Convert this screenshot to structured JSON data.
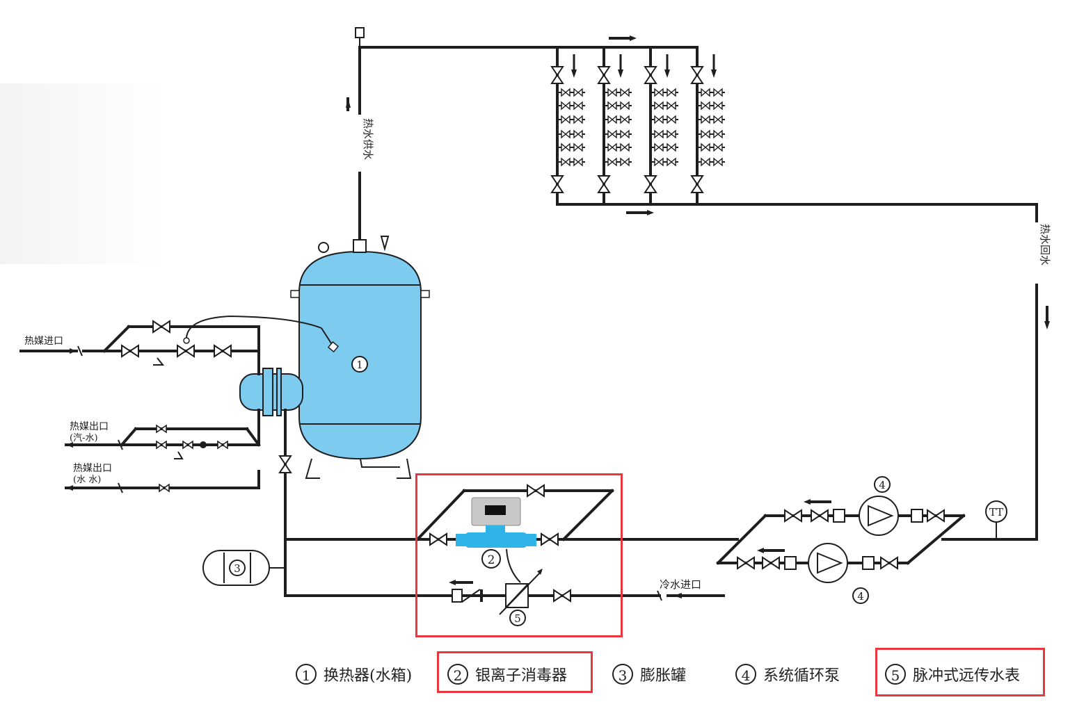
{
  "labels": {
    "hot_supply": "热水供水",
    "hot_return": "热水回水",
    "heat_in": "热媒进口",
    "heat_out_steam": "热媒出口",
    "heat_out_steam_sub": "(汽-水)",
    "heat_out_water": "热媒出口",
    "heat_out_water_sub": "(水 水)",
    "cold_in": "冷水进口",
    "tt": "TT",
    "n1": "1",
    "n2": "2",
    "n3": "3",
    "n4a": "4",
    "n4b": "4",
    "n5": "5"
  },
  "legend": [
    {
      "num": "1",
      "text": "换热器(水箱)"
    },
    {
      "num": "2",
      "text": "银离子消毒器"
    },
    {
      "num": "3",
      "text": "膨胀罐"
    },
    {
      "num": "4",
      "text": "系统循环泵"
    },
    {
      "num": "5",
      "text": "脉冲式远传水表"
    }
  ],
  "colors": {
    "tank": "#7ecbf0",
    "disinfector": "#2fb4ea",
    "highlight": "#e8383f",
    "pipe": "#1e1e1e"
  }
}
